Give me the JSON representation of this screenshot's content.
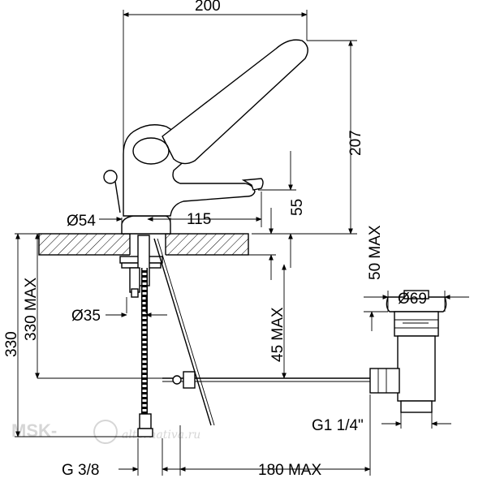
{
  "dimensions": {
    "width_top": "200",
    "height_right": "207",
    "spout_height": "55",
    "base_diameter": "Ø54",
    "spout_reach": "115",
    "max_deck_thickness": "50 MAX",
    "drain_diameter": "Ø69",
    "tail_diameter": "Ø35",
    "total_height": "330",
    "hose_length": "330 MAX",
    "drain_depth": "45 MAX",
    "drain_thread": "G1 1/4\"",
    "hose_thread": "G 3/8",
    "rod_length": "180 MAX"
  },
  "watermark": {
    "brand": "MSK-",
    "site": "alternativa.ru"
  }
}
